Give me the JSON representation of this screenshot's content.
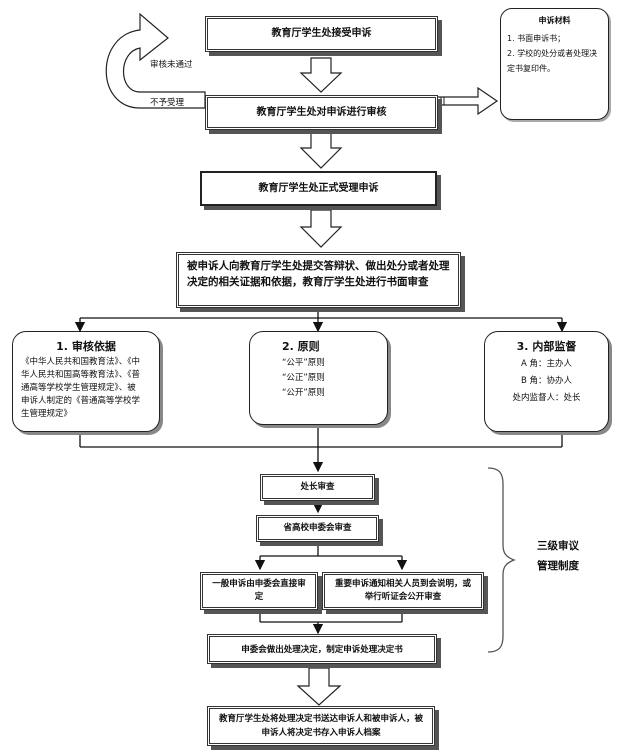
{
  "steps": {
    "s1": "教育厅学生处接受申诉",
    "s2": "教育厅学生处对申诉进行审核",
    "s3": "教育厅学生处正式受理申诉",
    "s4": "被申诉人向教育厅学生处提交答辩状、做出处分或者处理决定的相关证据和依据，教育厅学生处进行书面审查",
    "s5": "处长审查",
    "s6": "省高校申委会审查",
    "s7a": "一般申诉由申委会直接审定",
    "s7b": "重要申诉通知相关人员到会说明，或举行听证会公开审查",
    "s8": "申委会做出处理决定，制定申诉处理决定书",
    "s9": "教育厅学生处将处理决定书送达申诉人和被申诉人，被申诉人将决定书存入申诉人档案"
  },
  "loop": {
    "label_top": "审核未通过",
    "label_bottom": "不予受理"
  },
  "materials": {
    "title": "申诉材料",
    "items": [
      "1. 书面申诉书；",
      "2. 学校的处分或者处理决定书复印件。"
    ]
  },
  "columns": {
    "basis": {
      "title": "1. 审核依据",
      "lines": [
        "《中华人民共和国教育法》、《中",
        "华人民共和国高等教育法》、《普",
        "通高等学校学生管理规定》、被",
        "申诉人制定的《普通高等学校学",
        "生管理规定》"
      ]
    },
    "principle": {
      "title": "2. 原则",
      "lines": [
        "“公平”原则",
        "“公正”原则",
        "“公开”原则"
      ]
    },
    "supervision": {
      "title": "3. 内部监督",
      "lines": [
        "A 角：主办人",
        "B 角：协办人",
        "处内监督人：处长"
      ]
    }
  },
  "bracket": {
    "line1": "三级审议",
    "line2": "管理制度"
  }
}
